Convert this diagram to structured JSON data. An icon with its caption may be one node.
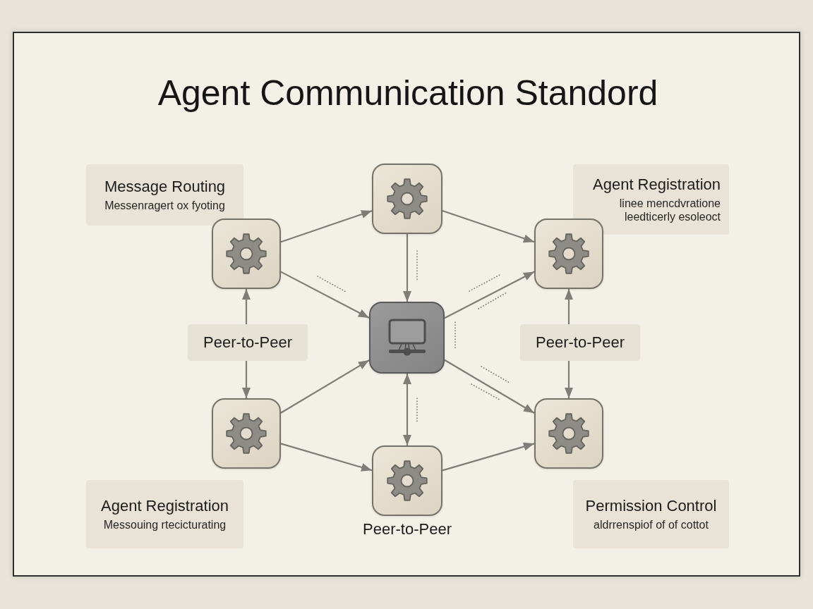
{
  "diagram": {
    "title": "Agent Communication Standord",
    "nodes": [
      {
        "text": [
          "Message Routing",
          "Messenragert ox fyoting"
        ]
      },
      {
        "text": [],
        "shape": "box"
      },
      {
        "text": [
          "Agent Registration",
          "linee mencdvratione leedticerly esoleoct"
        ]
      },
      {
        "text": [],
        "shape": "box"
      },
      {
        "text": [],
        "shape": "box"
      },
      {
        "text": [
          "Peer-to-Peer"
        ]
      },
      {
        "text": [],
        "shape": "box"
      },
      {
        "text": [
          "Peer-to-Peer"
        ]
      },
      {
        "text": [],
        "shape": "box"
      },
      {
        "text": [],
        "shape": "box"
      },
      {
        "text": [],
        "shape": "box",
        "beside": [
          "Peer-to-Peer"
        ]
      },
      {
        "text": [
          "Agent Registration",
          "Messouing rtecicturating"
        ]
      },
      {
        "text": [
          "Permission Control",
          "aldrrenspiof of of cottot"
        ]
      }
    ],
    "edges": [
      {
        "from": 3,
        "to": 1,
        "arrow": "to"
      },
      {
        "from": 3,
        "to": 6,
        "arrow": "to"
      },
      {
        "from": 1,
        "to": 6,
        "arrow": "to"
      },
      {
        "from": 1,
        "to": 4,
        "arrow": "to"
      },
      {
        "from": 6,
        "to": 4,
        "arrow": "to"
      },
      {
        "from": 5,
        "to": 3,
        "arrow": "to"
      },
      {
        "from": 5,
        "to": 8,
        "arrow": "to"
      },
      {
        "from": 7,
        "to": 4,
        "arrow": "to"
      },
      {
        "from": 7,
        "to": 9,
        "arrow": "to"
      },
      {
        "from": 8,
        "to": 6,
        "arrow": "to"
      },
      {
        "from": 8,
        "to": 10,
        "arrow": "to"
      },
      {
        "from": 6,
        "to": 10,
        "arrow": "both"
      },
      {
        "from": 6,
        "to": 9,
        "arrow": "to"
      },
      {
        "from": 10,
        "to": 9,
        "arrow": "to"
      }
    ]
  }
}
